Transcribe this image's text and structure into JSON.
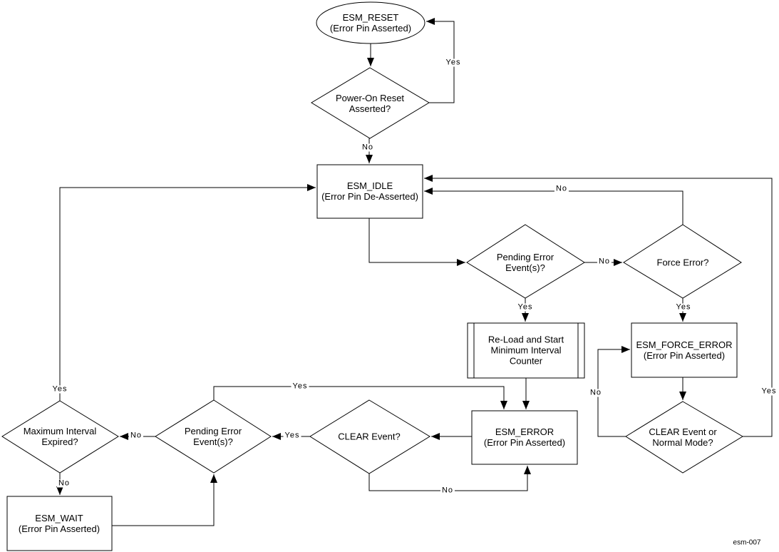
{
  "figure": {
    "caption": "esm-007"
  },
  "colors": {
    "line": "#000000",
    "background": "#ffffff"
  },
  "nodes": {
    "esm_reset": {
      "label": "ESM_RESET\n(Error Pin Asserted)",
      "shape": "oval"
    },
    "por_q": {
      "label": "Power-On Reset\nAsserted?",
      "shape": "diamond"
    },
    "esm_idle": {
      "label": "ESM_IDLE\n(Error Pin De-Asserted)",
      "shape": "rect"
    },
    "pending_upper_q": {
      "label": "Pending Error\nEvent(s)?",
      "shape": "diamond"
    },
    "force_error_q": {
      "label": "Force Error?",
      "shape": "diamond"
    },
    "reload_counter": {
      "label": "Re-Load and Start\nMinimum Interval\nCounter",
      "shape": "predefined-process"
    },
    "esm_force_error": {
      "label": "ESM_FORCE_ERROR\n(Error Pin Asserted)",
      "shape": "rect"
    },
    "esm_error": {
      "label": "ESM_ERROR\n(Error Pin Asserted)",
      "shape": "rect"
    },
    "clear_event_q": {
      "label": "CLEAR Event?",
      "shape": "diamond"
    },
    "clear_or_normal_q": {
      "label": "CLEAR Event or\nNormal Mode?",
      "shape": "diamond"
    },
    "pending_lower_q": {
      "label": "Pending Error\nEvent(s)?",
      "shape": "diamond"
    },
    "max_interval_q": {
      "label": "Maximum Interval\nExpired?",
      "shape": "diamond"
    },
    "esm_wait": {
      "label": "ESM_WAIT\n(Error Pin Asserted)",
      "shape": "rect"
    }
  },
  "edge_labels": {
    "yes_por_to_reset": "Yes",
    "no_por_to_idle": "No",
    "no_force_to_idle": "No",
    "no_pending_to_force": "No",
    "yes_pending_to_reload": "Yes",
    "yes_force_to_forceerror": "Yes",
    "yes_clearnormal_to_idle": "Yes",
    "no_clearnormal_to_forceerror": "No",
    "yes_max_to_idle": "Yes",
    "no_max_to_wait": "No",
    "no_pendinglower_to_max": "No",
    "yes_clear_to_pendinglower": "Yes",
    "yes_pendinglower_to_error": "Yes",
    "no_clear_to_error": "No"
  }
}
